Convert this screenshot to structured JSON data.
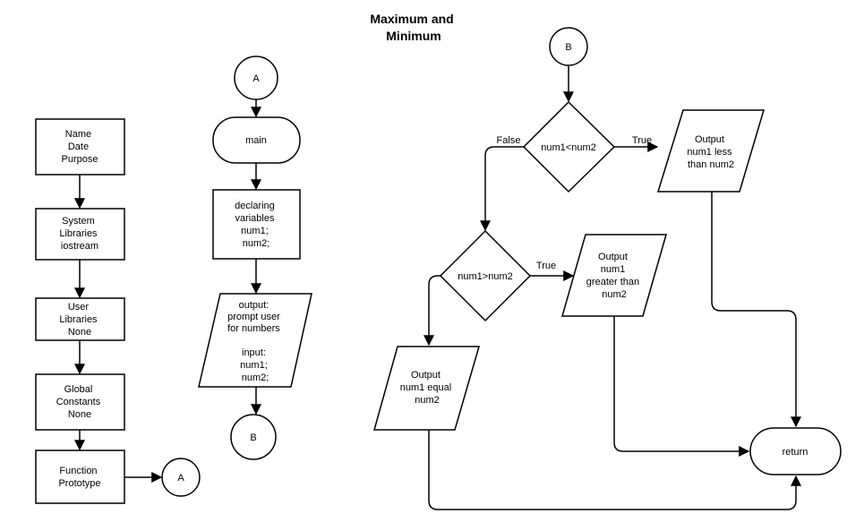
{
  "title": [
    "Maximum and",
    "Minimum"
  ],
  "nodes": {
    "header": [
      "Name",
      "Date",
      "Purpose"
    ],
    "system_libraries": [
      "System",
      "Libraries",
      "iostream"
    ],
    "user_libraries": [
      "User",
      "Libraries",
      "None"
    ],
    "global_constants": [
      "Global",
      "Constants",
      "None"
    ],
    "function_prototype": [
      "Function",
      "Prototype"
    ],
    "connector_a_left": "A",
    "connector_a_top": "A",
    "main": "main",
    "declaring": [
      "declaring",
      "variables",
      "num1;",
      "num2;"
    ],
    "io": [
      "output:",
      "prompt user",
      "for numbers",
      "",
      "input:",
      "num1;",
      "num2;"
    ],
    "connector_b_bottom": "B",
    "connector_b_top": "B",
    "decision_less": "num1<num2",
    "out_less": [
      "Output",
      "num1 less",
      "than num2"
    ],
    "decision_greater": "num1>num2",
    "out_greater": [
      "Output",
      "num1",
      "greater than",
      "num2"
    ],
    "out_equal": [
      "Output",
      "num1 equal",
      "num2"
    ],
    "return": "return"
  },
  "edge_labels": {
    "less_false": "False",
    "less_true": "True",
    "greater_true": "True"
  }
}
